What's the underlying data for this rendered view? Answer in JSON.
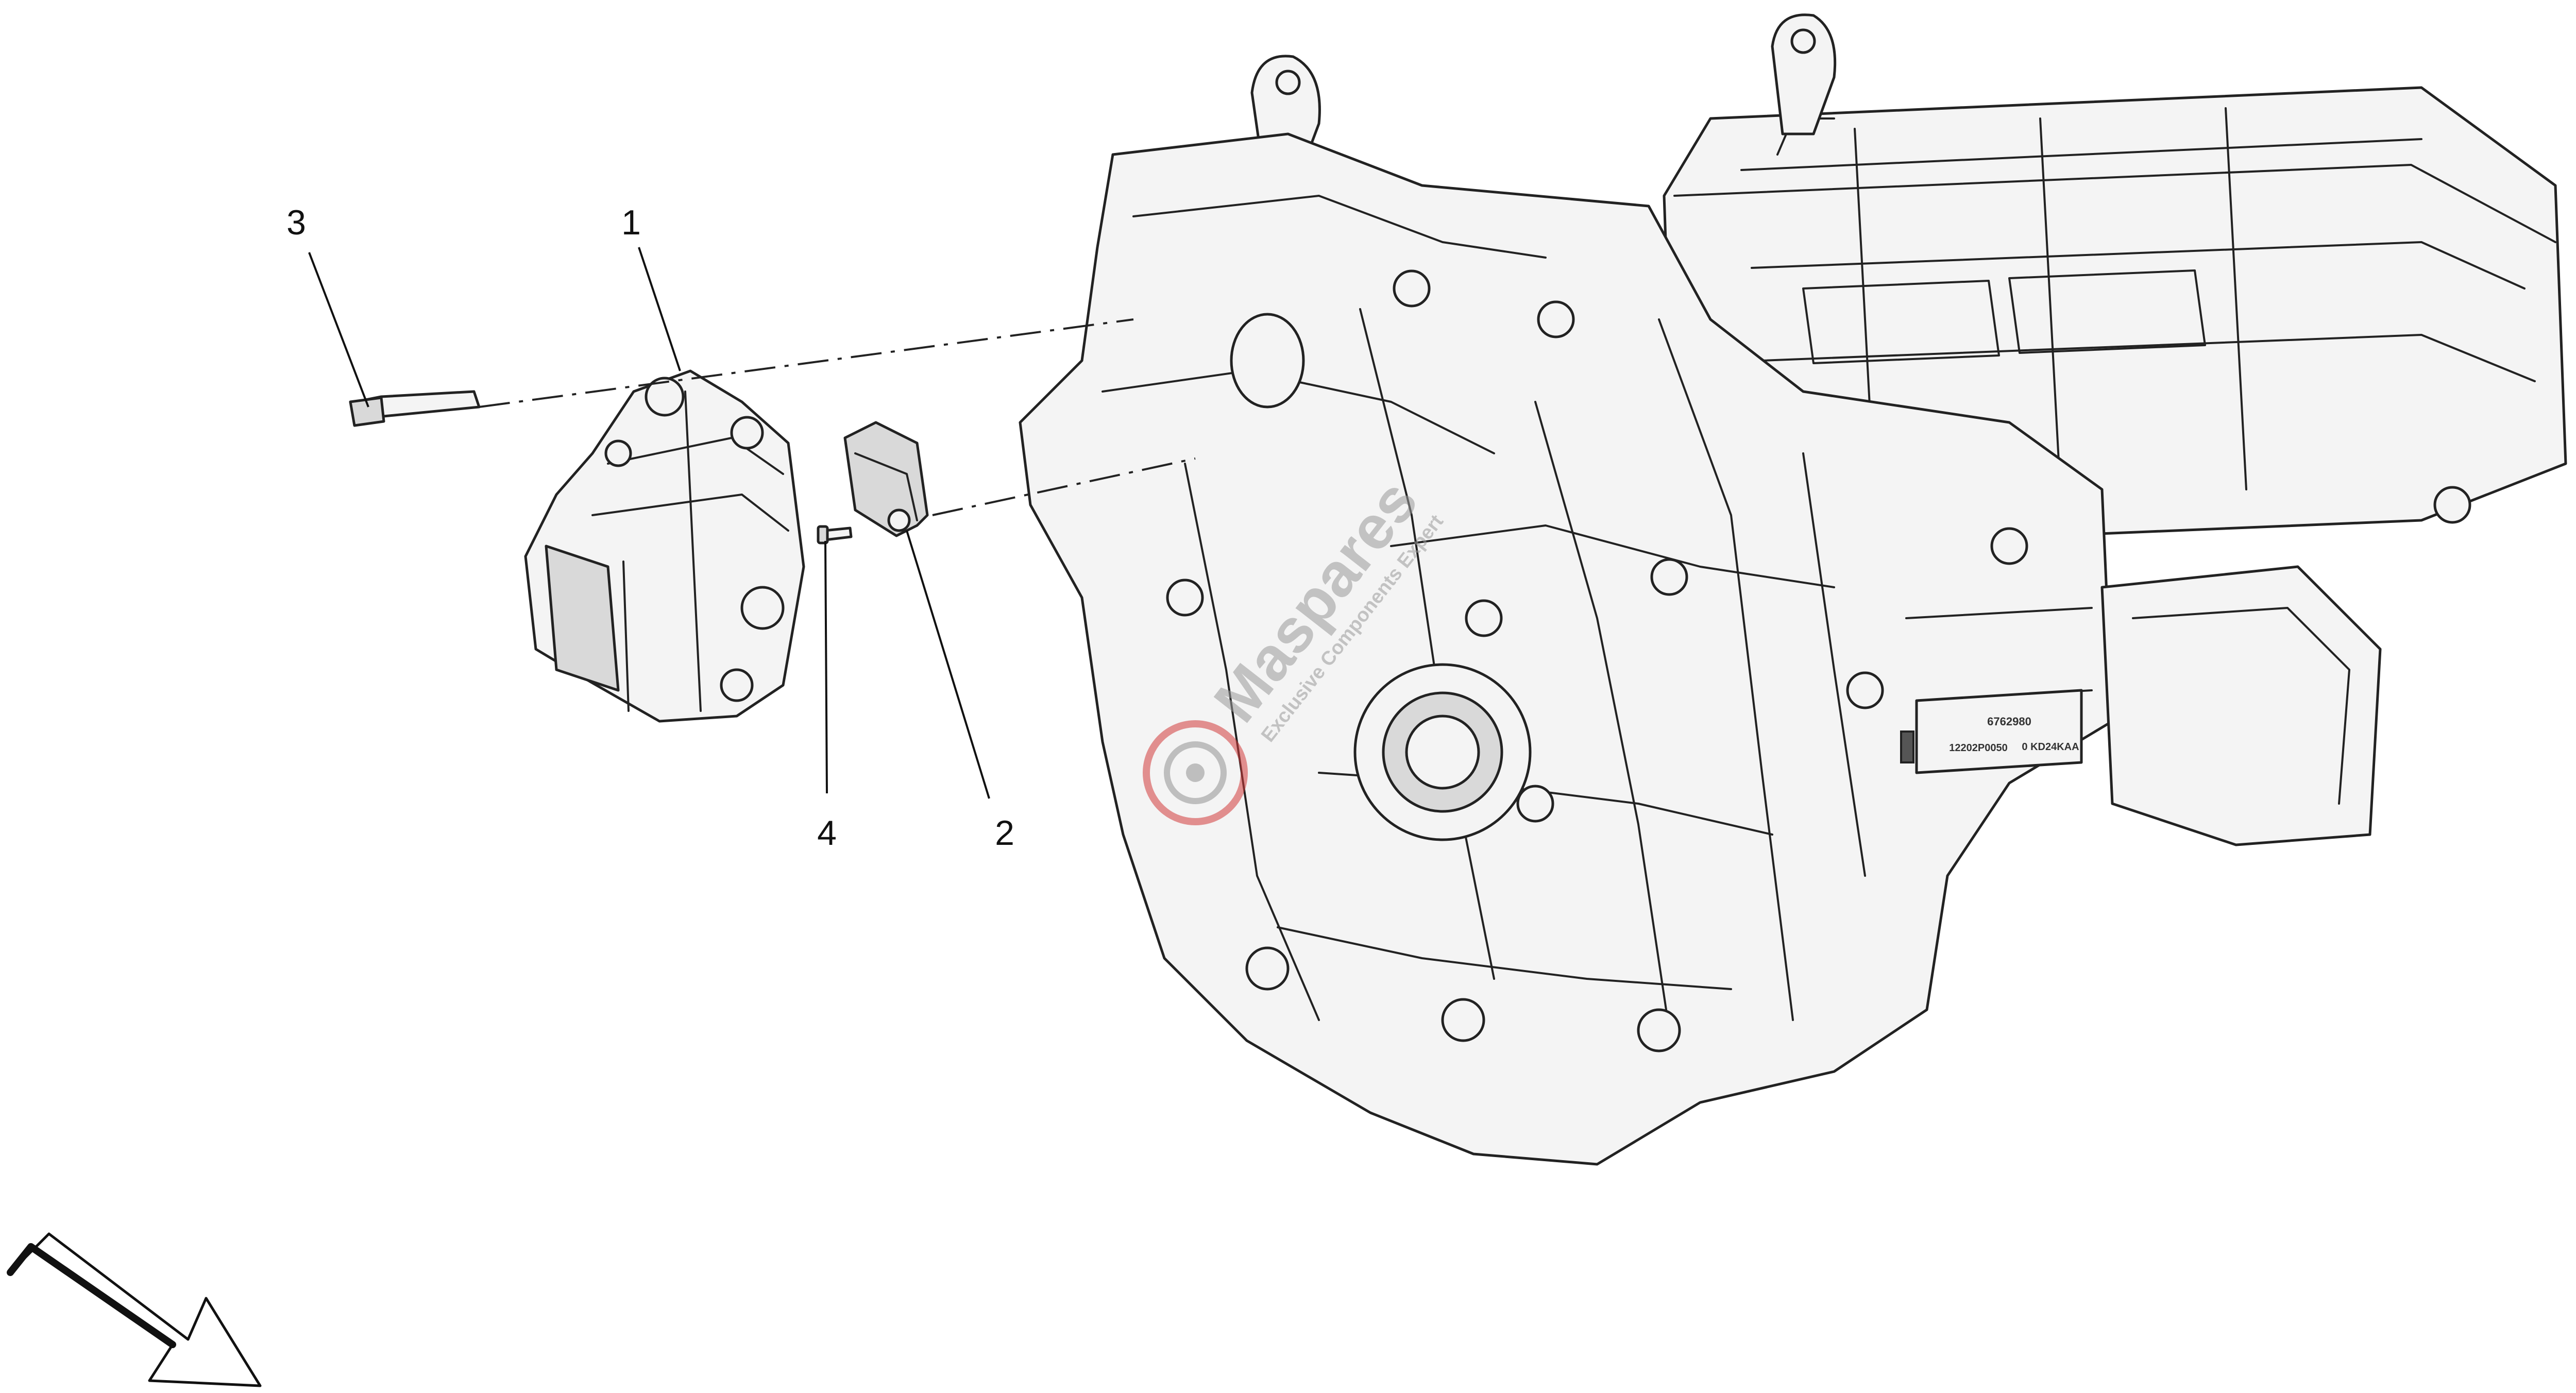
{
  "diagram": {
    "callouts": [
      {
        "id": "1",
        "label": "1"
      },
      {
        "id": "2",
        "label": "2"
      },
      {
        "id": "3",
        "label": "3"
      },
      {
        "id": "4",
        "label": "4"
      }
    ],
    "housing_label": {
      "line1": "6762980",
      "line2": "12202P0050",
      "line3": "0 KD24KAA"
    },
    "watermark": {
      "text": "Maspares",
      "subtext": "Exclusive Components Expert"
    },
    "colors": {
      "line": "#222222",
      "fill": "#f4f4f4",
      "shade": "#d9d9d9",
      "watermark_red": "#d23a3a",
      "watermark_grey": "#9a9a9a"
    }
  }
}
